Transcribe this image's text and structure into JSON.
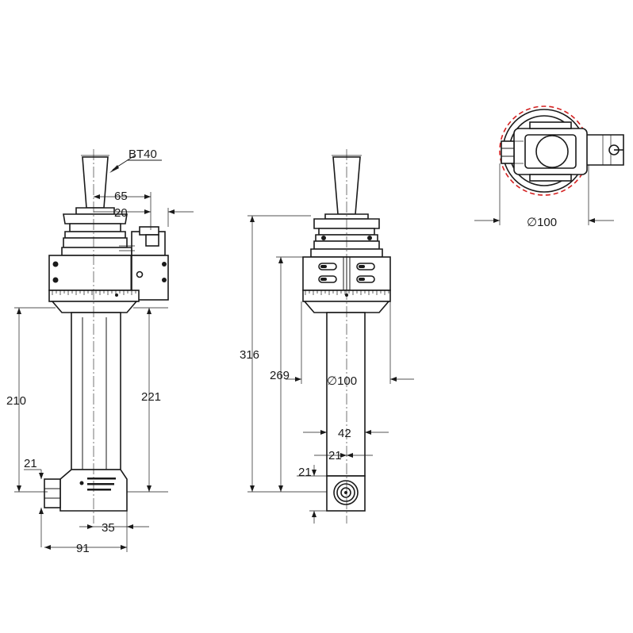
{
  "labels": {
    "bt40": "BT40",
    "d65": "65",
    "d20": "20",
    "d210": "210",
    "d221": "221",
    "d21_left": "21",
    "d35": "35",
    "d91": "91",
    "d316": "316",
    "d269": "269",
    "dia100_mid": "∅100",
    "d42": "42",
    "d21_mid_a": "21",
    "d21_mid_b": "21",
    "dia100_top": "∅100"
  },
  "colors": {
    "line": "#1a1a1a",
    "highlight": "#d42020",
    "background": "#ffffff"
  }
}
